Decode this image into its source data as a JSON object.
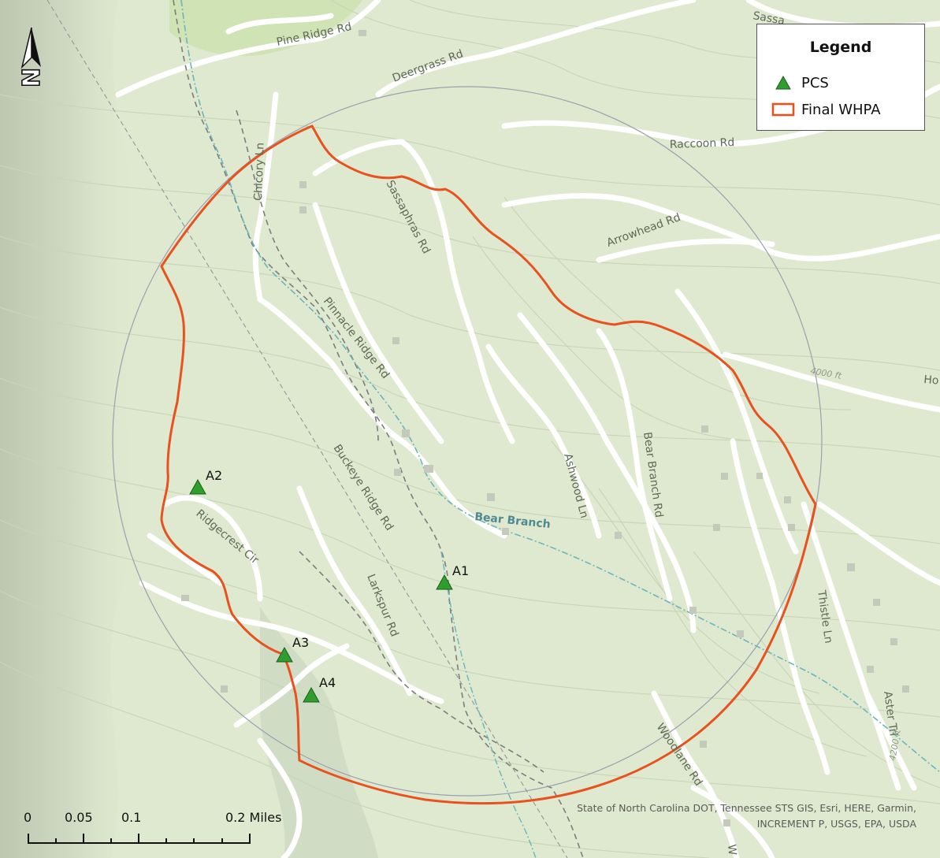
{
  "legend": {
    "title": "Legend",
    "items": [
      {
        "label": "PCS",
        "symbol": "green-triangle",
        "color": "#2f9e2f"
      },
      {
        "label": "Final WHPA",
        "symbol": "orange-outline-rect",
        "color": "#e8521e"
      }
    ]
  },
  "colors": {
    "land": "#dfe9cf",
    "roads": "#ffffff",
    "whpa": "#e8521e",
    "pcs": "#2f9e2f",
    "stream": "#5aa7b0",
    "buffer_circle": "#9aa0b0"
  },
  "roads": [
    "Pine Ridge Rd",
    "Deergrass Rd",
    "Sassa",
    "Raccoon Rd",
    "Chicory Ln",
    "Sassaphras Rd",
    "Arrowhead Rd",
    "Pinnacle Ridge Rd",
    "Buckeye Ridge Rd",
    "Ashwood Ln",
    "Bear Branch Rd",
    "Ridgecrest Cir",
    "Larkspur Rd",
    "Thistle Ln",
    "Aster Trl",
    "Woodlane Rd",
    "Ho",
    "W"
  ],
  "water": [
    "Bear Branch"
  ],
  "elevation_labels": [
    "4000 ft",
    "4200 ft"
  ],
  "points": [
    "A1",
    "A2",
    "A3",
    "A4"
  ],
  "north_arrow": "N",
  "scale_bar": {
    "ticks": [
      "0",
      "0.05",
      "0.1",
      "0.2 Miles"
    ]
  },
  "attribution": {
    "line1": "State of North Carolina DOT, Tennessee STS GIS, Esri, HERE, Garmin,",
    "line2": "INCREMENT P, USGS, EPA, USDA"
  }
}
